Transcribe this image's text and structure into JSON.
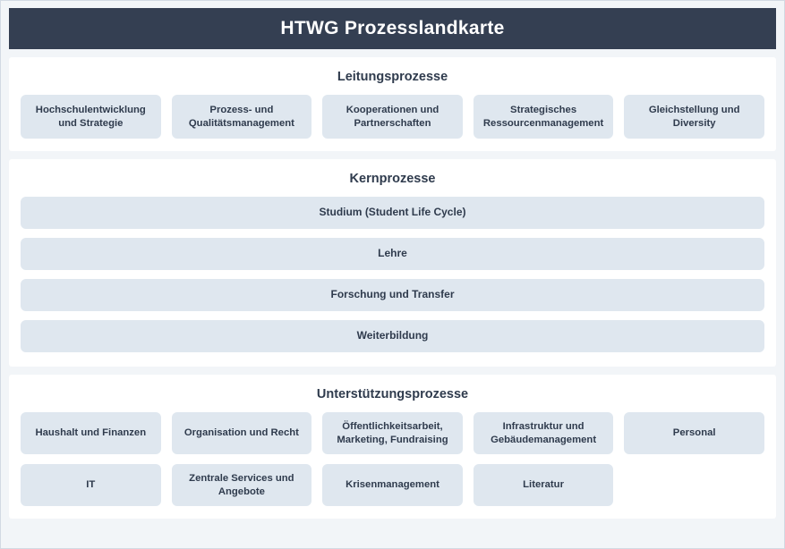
{
  "header": {
    "title": "HTWG Prozesslandkarte"
  },
  "bands": [
    {
      "id": "leitung",
      "title": "Leitungsprozesse",
      "rows": [
        [
          "Hochschulentwicklung und Strategie",
          "Prozess- und Qualitätsmanagement",
          "Kooperationen und Partnerschaften",
          "Strategisches Ressourcenmanagement",
          "Gleichstellung und Diversity"
        ]
      ]
    },
    {
      "id": "kern",
      "title": "Kernprozesse",
      "rows": [
        [
          "Studium (Student Life Cycle)"
        ],
        [
          "Lehre"
        ],
        [
          "Forschung und Transfer"
        ],
        [
          "Weiterbildung"
        ]
      ]
    },
    {
      "id": "unterstuetzung",
      "title": "Unterstützungsprozesse",
      "rows": [
        [
          "Haushalt und Finanzen",
          "Organisation und Recht",
          "Öffentlichkeitsarbeit, Marketing, Fundraising",
          "Infrastruktur und Gebäudemanagement",
          "Personal"
        ],
        [
          "IT",
          "Zentrale Services und Angebote",
          "Krisenmanagement",
          "Literatur",
          ""
        ]
      ]
    }
  ],
  "colors": {
    "header_bg": "#343f52",
    "page_bg": "#f2f5f8",
    "band_bg": "#ffffff",
    "cell_bg": "#dfe7ef",
    "text": "#2f3b4d"
  }
}
